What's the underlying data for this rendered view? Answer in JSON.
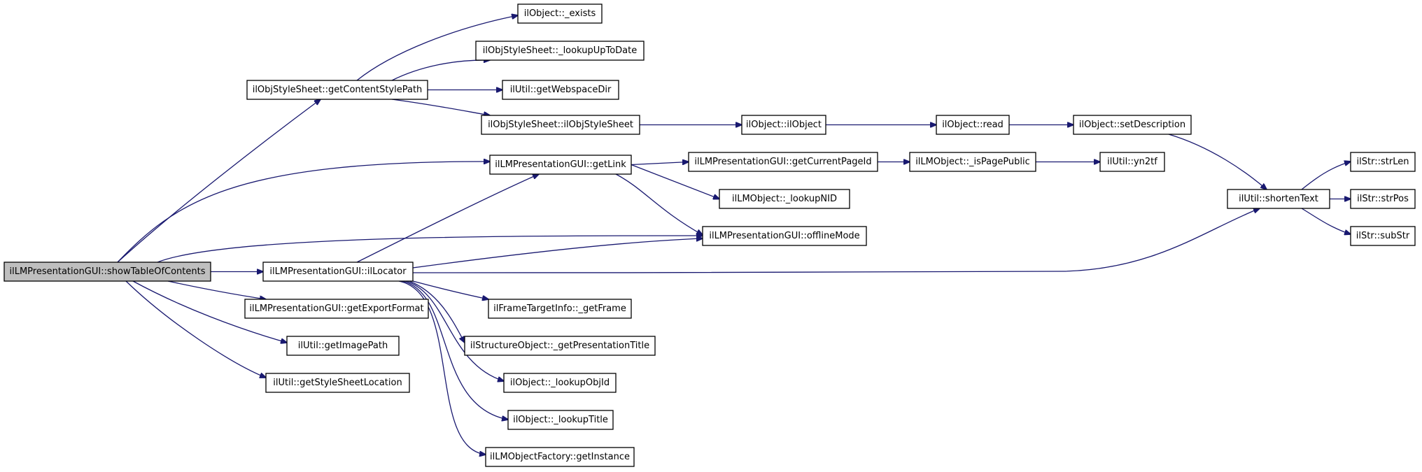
{
  "graph": {
    "type": "call-graph",
    "edge_color": "#191970",
    "root_fill": "#bfbfbf",
    "nodes": [
      {
        "id": "root",
        "label": "ilLMPresentationGUI::showTableOfContents",
        "root": true
      },
      {
        "id": "getContentStylePath",
        "label": "ilObjStyleSheet::getContentStylePath"
      },
      {
        "id": "ilLocator",
        "label": "ilLMPresentationGUI::ilLocator"
      },
      {
        "id": "getExportFormat",
        "label": "ilLMPresentationGUI::getExportFormat"
      },
      {
        "id": "getImagePath",
        "label": "ilUtil::getImagePath"
      },
      {
        "id": "getStyleSheetLocation",
        "label": "ilUtil::getStyleSheetLocation"
      },
      {
        "id": "exists",
        "label": "ilObject::_exists"
      },
      {
        "id": "lookupUpToDate",
        "label": "ilObjStyleSheet::_lookupUpToDate"
      },
      {
        "id": "getWebspaceDir",
        "label": "ilUtil::getWebspaceDir"
      },
      {
        "id": "ilObjStyleSheet",
        "label": "ilObjStyleSheet::ilObjStyleSheet"
      },
      {
        "id": "getLink",
        "label": "ilLMPresentationGUI::getLink"
      },
      {
        "id": "getFrame",
        "label": "ilFrameTargetInfo::_getFrame"
      },
      {
        "id": "getPresentationTitle",
        "label": "ilStructureObject::_getPresentationTitle"
      },
      {
        "id": "lookupObjId",
        "label": "ilObject::_lookupObjId"
      },
      {
        "id": "lookupTitle",
        "label": "ilObject::_lookupTitle"
      },
      {
        "id": "getInstance",
        "label": "ilLMObjectFactory::getInstance"
      },
      {
        "id": "ilObject",
        "label": "ilObject::ilObject"
      },
      {
        "id": "getCurrentPageId",
        "label": "ilLMPresentationGUI::getCurrentPageId"
      },
      {
        "id": "lookupNID",
        "label": "ilLMObject::_lookupNID"
      },
      {
        "id": "offlineMode",
        "label": "ilLMPresentationGUI::offlineMode"
      },
      {
        "id": "read",
        "label": "ilObject::read"
      },
      {
        "id": "isPagePublic",
        "label": "ilLMObject::_isPagePublic"
      },
      {
        "id": "setDescription",
        "label": "ilObject::setDescription"
      },
      {
        "id": "yn2tf",
        "label": "ilUtil::yn2tf"
      },
      {
        "id": "shortenText",
        "label": "ilUtil::shortenText"
      },
      {
        "id": "strLen",
        "label": "ilStr::strLen"
      },
      {
        "id": "strPos",
        "label": "ilStr::strPos"
      },
      {
        "id": "subStr",
        "label": "ilStr::subStr"
      }
    ],
    "edges": [
      {
        "from": "root",
        "to": "getContentStylePath"
      },
      {
        "from": "root",
        "to": "getLink"
      },
      {
        "from": "root",
        "to": "offlineMode"
      },
      {
        "from": "root",
        "to": "ilLocator"
      },
      {
        "from": "root",
        "to": "getExportFormat"
      },
      {
        "from": "root",
        "to": "getImagePath"
      },
      {
        "from": "root",
        "to": "getStyleSheetLocation"
      },
      {
        "from": "getContentStylePath",
        "to": "exists"
      },
      {
        "from": "getContentStylePath",
        "to": "lookupUpToDate"
      },
      {
        "from": "getContentStylePath",
        "to": "getWebspaceDir"
      },
      {
        "from": "getContentStylePath",
        "to": "ilObjStyleSheet"
      },
      {
        "from": "ilObjStyleSheet",
        "to": "ilObject"
      },
      {
        "from": "ilObject",
        "to": "read"
      },
      {
        "from": "read",
        "to": "setDescription"
      },
      {
        "from": "setDescription",
        "to": "shortenText"
      },
      {
        "from": "getLink",
        "to": "getCurrentPageId"
      },
      {
        "from": "getLink",
        "to": "lookupNID"
      },
      {
        "from": "getLink",
        "to": "offlineMode"
      },
      {
        "from": "getCurrentPageId",
        "to": "isPagePublic"
      },
      {
        "from": "isPagePublic",
        "to": "yn2tf"
      },
      {
        "from": "ilLocator",
        "to": "getLink"
      },
      {
        "from": "ilLocator",
        "to": "offlineMode"
      },
      {
        "from": "ilLocator",
        "to": "shortenText"
      },
      {
        "from": "ilLocator",
        "to": "getFrame"
      },
      {
        "from": "ilLocator",
        "to": "getPresentationTitle"
      },
      {
        "from": "ilLocator",
        "to": "lookupObjId"
      },
      {
        "from": "ilLocator",
        "to": "lookupTitle"
      },
      {
        "from": "ilLocator",
        "to": "getInstance"
      },
      {
        "from": "shortenText",
        "to": "strLen"
      },
      {
        "from": "shortenText",
        "to": "strPos"
      },
      {
        "from": "shortenText",
        "to": "subStr"
      }
    ]
  }
}
